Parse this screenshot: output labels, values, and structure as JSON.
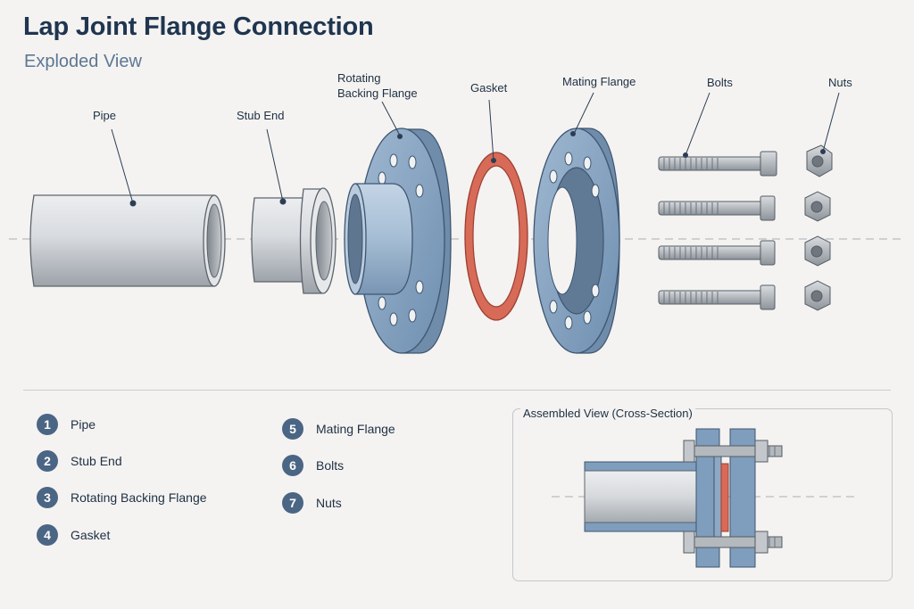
{
  "header": {
    "title": "Lap Joint Flange Connection",
    "subtitle": "Exploded View"
  },
  "labels": {
    "pipe": "Pipe",
    "stub_end": "Stub End",
    "backing_flange_line1": "Rotating",
    "backing_flange_line2": "Backing Flange",
    "gasket": "Gasket",
    "mating_flange": "Mating Flange",
    "bolts": "Bolts",
    "nuts": "Nuts"
  },
  "legend": {
    "items": [
      {
        "num": "1",
        "text": "Pipe"
      },
      {
        "num": "2",
        "text": "Stub End"
      },
      {
        "num": "3",
        "text": "Rotating Backing Flange"
      },
      {
        "num": "4",
        "text": "Gasket"
      },
      {
        "num": "5",
        "text": "Mating Flange"
      },
      {
        "num": "6",
        "text": "Bolts"
      },
      {
        "num": "7",
        "text": "Nuts"
      }
    ]
  },
  "inset": {
    "title": "Assembled View (Cross-Section)"
  },
  "colors": {
    "steel": "#d3d6da",
    "flange_blue": "#7f9dbc",
    "gasket_red": "#d86a58",
    "accent_navy": "#1f3550"
  }
}
